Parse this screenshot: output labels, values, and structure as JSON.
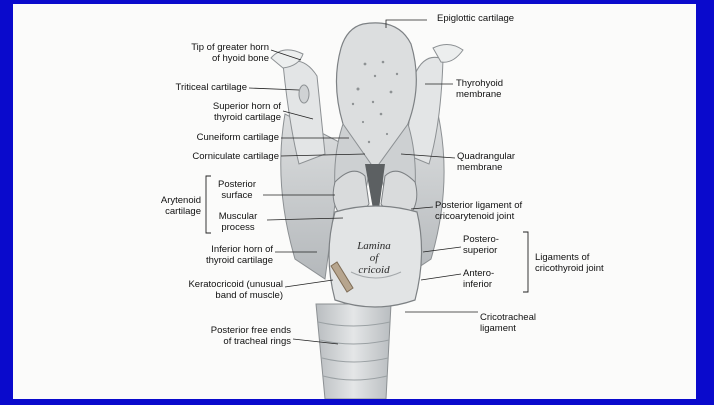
{
  "colors": {
    "slide_background": "#0a0acc",
    "figure_background": "#fbfbfa",
    "cartilage": "#d7d9da",
    "cartilage_shade": "#a9adb0",
    "leader_lines": "#222222"
  },
  "labels": {
    "epiglottic": "Epiglottic cartilage",
    "greater_horn": "Tip of greater horn\nof hyoid bone",
    "triticeal": "Triticeal cartilage",
    "thyrohyoid": "Thyrohyoid\nmembrane",
    "superior_horn": "Superior horn of\nthyroid cartilage",
    "cuneiform": "Cuneiform cartilage",
    "corniculate": "Corniculate cartilage",
    "quadrangular": "Quadrangular\nmembrane",
    "arytenoid": "Arytenoid\ncartilage",
    "posterior_surface": "Posterior\nsurface",
    "muscular_process": "Muscular\nprocess",
    "post_ligament": "Posterior ligament of\ncricoarytenoid joint",
    "inferior_horn": "Inferior horn of\nthyroid cartilage",
    "postero_superior": "Postero-\nsuperior",
    "ligaments_crico": "Ligaments of\ncricothyroid joint",
    "antero_inferior": "Antero-\ninferior",
    "keratocricoid": "Keratocricoid (unusual\nband of muscle)",
    "cricotracheal": "Cricotracheal\nligament",
    "tracheal_rings": "Posterior free ends\nof tracheal rings"
  },
  "handwriting": "Lamina\nof\ncricoid"
}
